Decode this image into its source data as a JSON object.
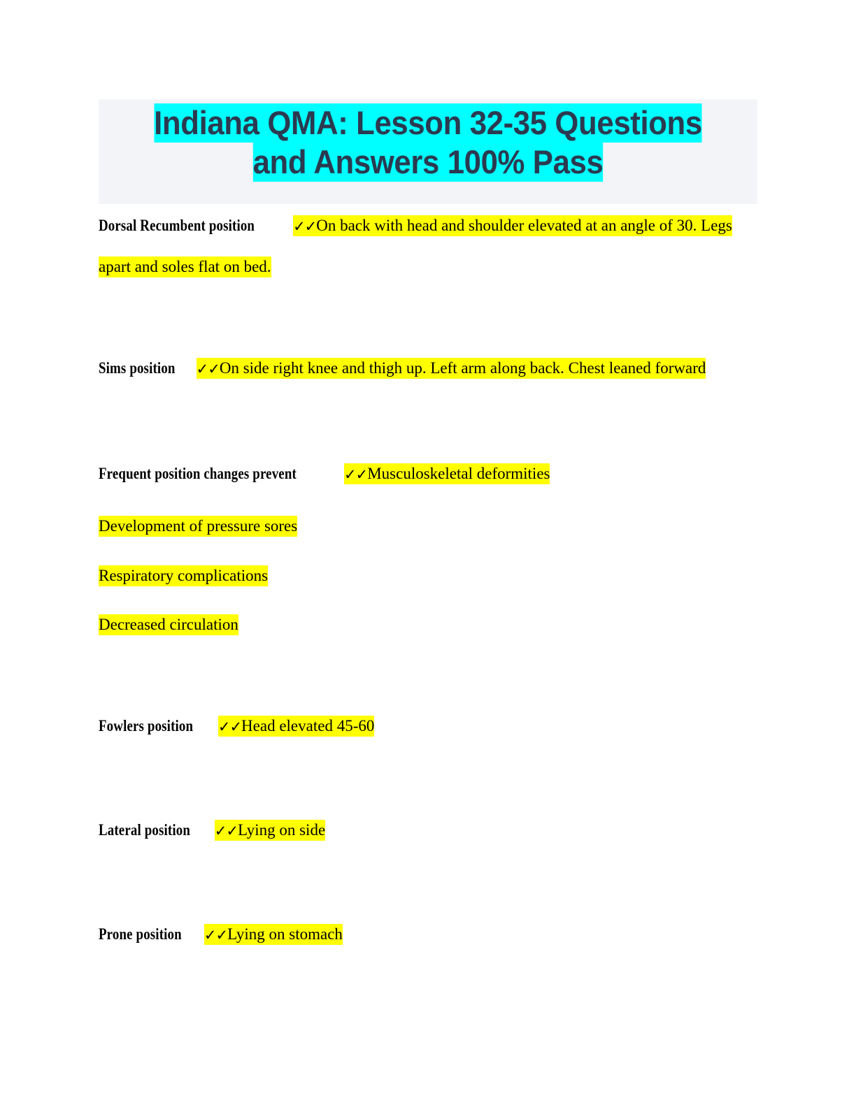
{
  "document": {
    "title_line_1": "Indiana QMA: Lesson 32-35 Questions",
    "title_line_2": "and Answers 100% Pass",
    "title_highlight_color": "#00ffff",
    "title_text_color": "#2b3a50",
    "header_background_color": "#f2f4f8",
    "answer_highlight_color": "#ffff00",
    "page_background_color": "#ffffff",
    "check_marks": "✓✓"
  },
  "entries": [
    {
      "term": "Dorsal Recumbent position",
      "answer_line_1": "On back with head and shoulder elevated at an angle of 30. Legs",
      "answer_line_2": "apart and soles flat on bed."
    },
    {
      "term": "Sims position",
      "answer_line_1": "On side right knee and thigh up. Left arm along back. Chest leaned forward"
    },
    {
      "term": "Frequent position changes prevent",
      "answer_line_1": "Musculoskeletal deformities",
      "answer_line_2": "Development of pressure sores",
      "answer_line_3": "Respiratory complications",
      "answer_line_4": "Decreased circulation"
    },
    {
      "term": "Fowlers position",
      "answer_line_1": "Head elevated 45-60"
    },
    {
      "term": "Lateral position",
      "answer_line_1": "Lying on side"
    },
    {
      "term": "Prone position",
      "answer_line_1": "Lying on stomach"
    }
  ]
}
